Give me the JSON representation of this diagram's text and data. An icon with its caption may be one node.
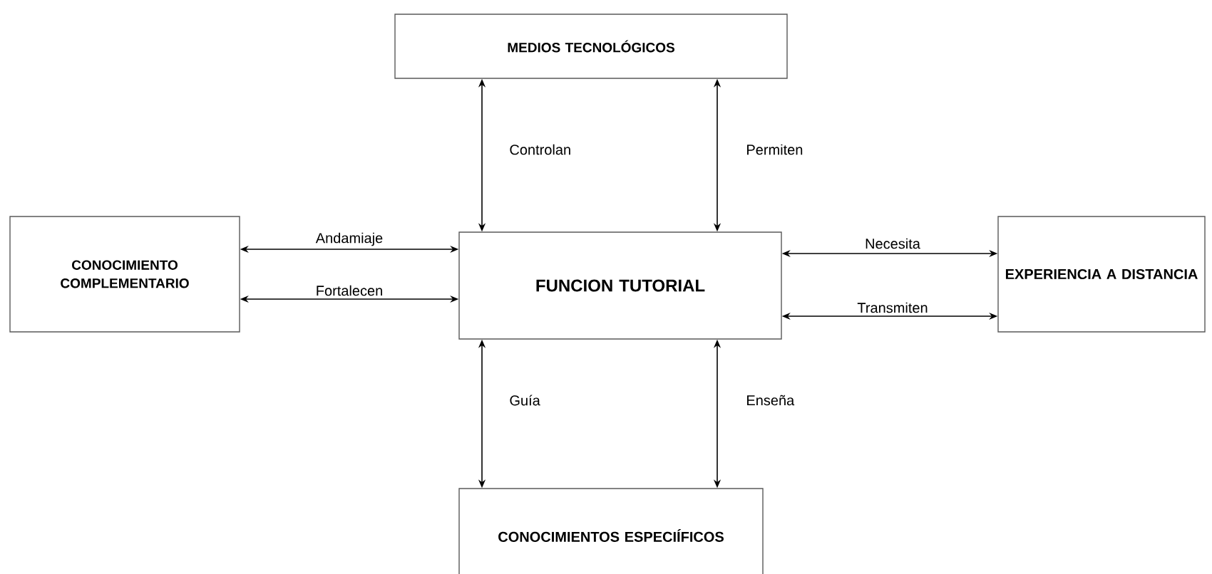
{
  "diagram": {
    "nodes": [
      {
        "text": [
          "MEDIOS TECNOLÓGICOS"
        ]
      },
      {
        "text": [
          "CONOCIMIENTO COMPLEMENTARIO"
        ]
      },
      {
        "text": [
          "FUNCION TUTORIAL"
        ]
      },
      {
        "text": [
          "EXPERIENCIA A DISTANCIA"
        ]
      },
      {
        "text": [
          "CONOCIMIENTOS ESPECIÍFICOS"
        ]
      }
    ],
    "edges": [
      {
        "from": 0,
        "to": 2,
        "arrow": "both",
        "label": "Controlan"
      },
      {
        "from": 0,
        "to": 2,
        "arrow": "both",
        "label": "Permiten"
      },
      {
        "from": 1,
        "to": 2,
        "arrow": "both",
        "label": "Andamiaje"
      },
      {
        "from": 1,
        "to": 2,
        "arrow": "both",
        "label": "Fortalecen"
      },
      {
        "from": 2,
        "to": 3,
        "arrow": "both",
        "label": "Necesita"
      },
      {
        "from": 2,
        "to": 3,
        "arrow": "both",
        "label": "Transmiten"
      },
      {
        "from": 2,
        "to": 4,
        "arrow": "both",
        "label": "Guía"
      },
      {
        "from": 2,
        "to": 4,
        "arrow": "both",
        "label": "Enseña"
      }
    ]
  }
}
